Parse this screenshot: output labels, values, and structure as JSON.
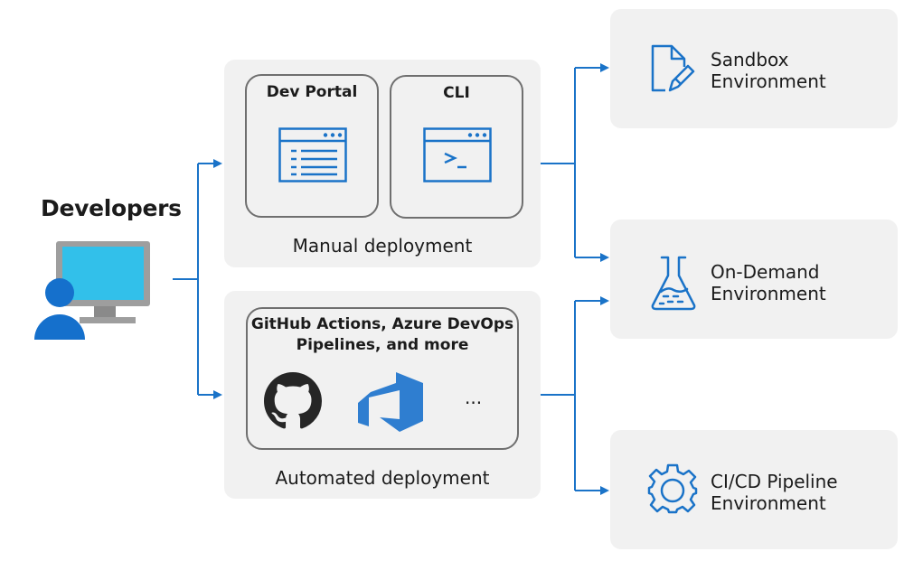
{
  "colors": {
    "accent": "#1a73c8",
    "monitor_screen": "#32c0ea",
    "monitor_frame": "#9e9e9e",
    "person": "#1570cc",
    "panel_bg": "#f1f1f1",
    "github": "#262626",
    "azure_devops": "#2f7ed0"
  },
  "developers": {
    "title": "Developers",
    "icon": "developer-computer-icon"
  },
  "manual": {
    "label": "Manual deployment",
    "tools": [
      {
        "label": "Dev Portal",
        "icon": "browser-window-icon"
      },
      {
        "label": "CLI",
        "icon": "terminal-window-icon"
      }
    ]
  },
  "automated": {
    "label": "Automated deployment",
    "tools_label_line1": "GitHub Actions, Azure DevOps",
    "tools_label_line2": "Pipelines, and more",
    "icons": [
      "github-icon",
      "azure-devops-icon",
      "more-ellipsis-icon"
    ],
    "more_text": "..."
  },
  "environments": [
    {
      "line1": "Sandbox",
      "line2": "Environment",
      "icon": "document-edit-icon"
    },
    {
      "line1": "On-Demand",
      "line2": "Environment",
      "icon": "flask-icon"
    },
    {
      "line1": "CI/CD Pipeline",
      "line2": "Environment",
      "icon": "gear-icon"
    }
  ]
}
